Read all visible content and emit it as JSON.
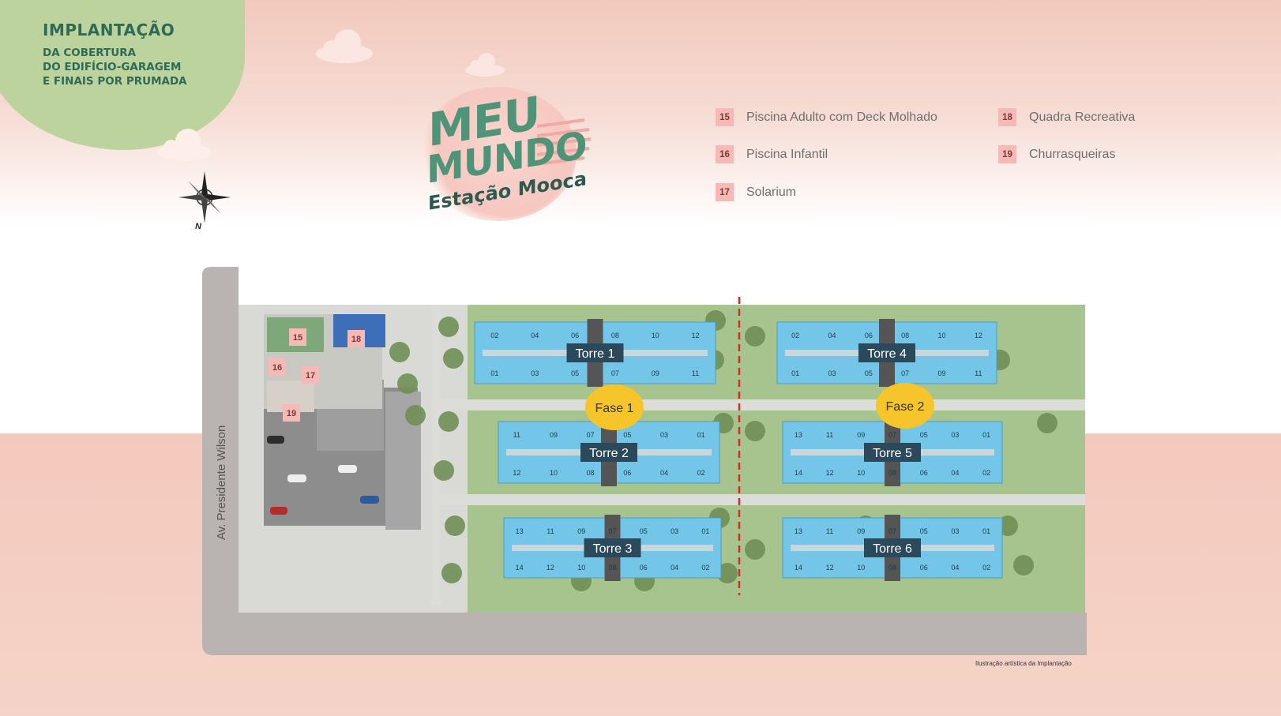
{
  "header": {
    "title": "IMPLANTAÇÃO",
    "subtitle_lines": [
      "DA COBERTURA",
      "DO EDIFÍCIO-GARAGEM",
      "E FINAIS POR PRUMADA"
    ]
  },
  "logo": {
    "line1": "MEU",
    "line2": "MUNDO",
    "line3": "Estação Mooca"
  },
  "compass": {
    "label": "N"
  },
  "legend": [
    {
      "num": "15",
      "label": "Piscina Adulto com Deck Molhado"
    },
    {
      "num": "16",
      "label": "Piscina Infantil"
    },
    {
      "num": "17",
      "label": "Solarium"
    },
    {
      "num": "18",
      "label": "Quadra Recreativa"
    },
    {
      "num": "19",
      "label": "Churrasqueiras"
    }
  ],
  "map": {
    "street": "Av. Presidente Wilson",
    "phases": [
      "Fase 1",
      "Fase 2"
    ],
    "towers": [
      {
        "name": "Torre 1",
        "top_units": [
          "02",
          "04",
          "06",
          "08",
          "10",
          "12"
        ],
        "bottom_units": [
          "01",
          "03",
          "05",
          "07",
          "09",
          "11"
        ]
      },
      {
        "name": "Torre 2",
        "top_units": [
          "11",
          "09",
          "07",
          "05",
          "03",
          "01"
        ],
        "bottom_units": [
          "12",
          "10",
          "08",
          "06",
          "04",
          "02"
        ]
      },
      {
        "name": "Torre 3",
        "top_units": [
          "13",
          "11",
          "09",
          "07",
          "05",
          "03",
          "01"
        ],
        "bottom_units": [
          "14",
          "12",
          "10",
          "08",
          "06",
          "04",
          "02"
        ]
      },
      {
        "name": "Torre 4",
        "top_units": [
          "02",
          "04",
          "06",
          "08",
          "10",
          "12"
        ],
        "bottom_units": [
          "01",
          "03",
          "05",
          "07",
          "09",
          "11"
        ]
      },
      {
        "name": "Torre 5",
        "top_units": [
          "13",
          "11",
          "09",
          "07",
          "05",
          "03",
          "01"
        ],
        "bottom_units": [
          "14",
          "12",
          "10",
          "08",
          "06",
          "04",
          "02"
        ]
      },
      {
        "name": "Torre 6",
        "top_units": [
          "13",
          "11",
          "09",
          "07",
          "05",
          "03",
          "01"
        ],
        "bottom_units": [
          "14",
          "12",
          "10",
          "08",
          "06",
          "04",
          "02"
        ]
      }
    ],
    "amenity_markers": [
      "15",
      "16",
      "17",
      "18",
      "19"
    ]
  },
  "caption": "Ilustração artística da Implantação",
  "colors": {
    "green_brand": "#2f6a57",
    "legend_marker": "#f6b9b6",
    "unit_blue": "#74c6e8",
    "tower_tag": "#2a4a5c",
    "phase_yellow": "#f6c42b",
    "phase_divider": "#d82a2a",
    "grass": "#9fc081"
  }
}
